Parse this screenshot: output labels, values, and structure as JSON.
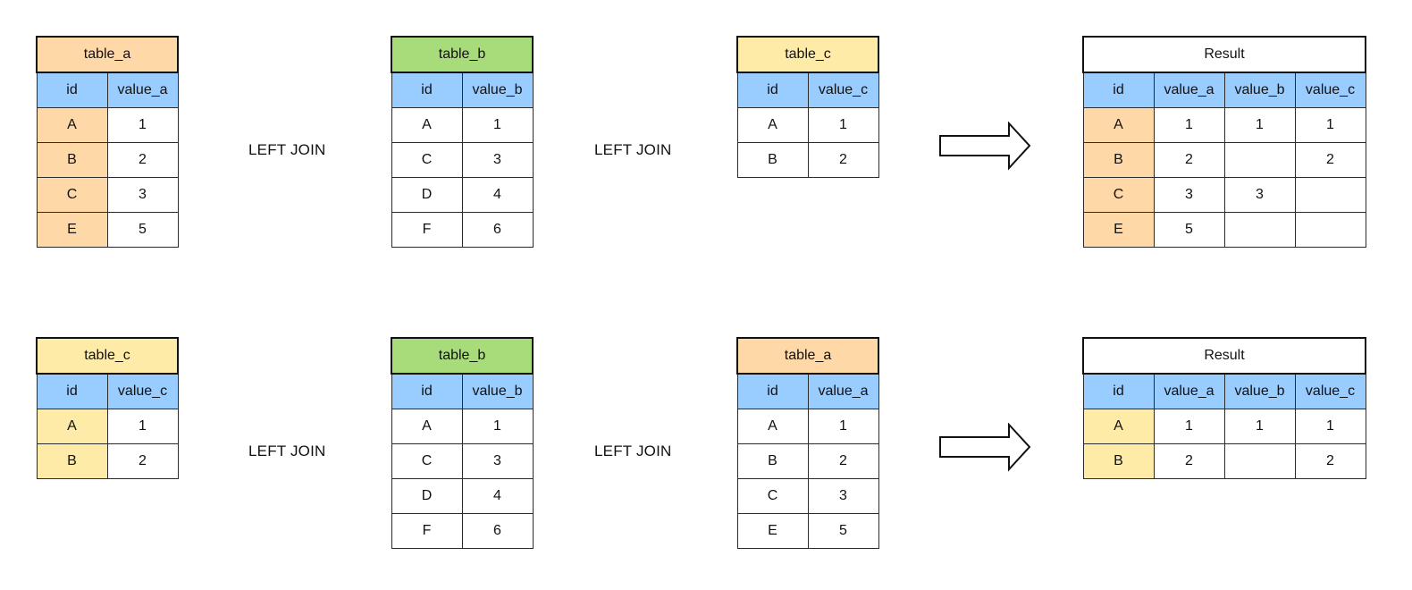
{
  "colors": {
    "header_blue": "#99ccff",
    "table_a": "#ffd8a8",
    "table_b": "#a8dc7a",
    "table_c": "#ffeba8",
    "result": "#ffffff"
  },
  "operator_label": "LEFT JOIN",
  "rows": [
    {
      "tables": [
        {
          "key": "a",
          "title": "table_a",
          "color_key": "table_a",
          "columns": [
            "id",
            "value_a"
          ],
          "rows": [
            [
              "A",
              "1"
            ],
            [
              "B",
              "2"
            ],
            [
              "C",
              "3"
            ],
            [
              "E",
              "5"
            ]
          ],
          "id_color_key": "table_a"
        },
        {
          "key": "b",
          "title": "table_b",
          "color_key": "table_b",
          "columns": [
            "id",
            "value_b"
          ],
          "rows": [
            [
              "A",
              "1"
            ],
            [
              "C",
              "3"
            ],
            [
              "D",
              "4"
            ],
            [
              "F",
              "6"
            ]
          ],
          "id_color_key": null
        },
        {
          "key": "c",
          "title": "table_c",
          "color_key": "table_c",
          "columns": [
            "id",
            "value_c"
          ],
          "rows": [
            [
              "A",
              "1"
            ],
            [
              "B",
              "2"
            ]
          ],
          "id_color_key": null
        }
      ],
      "result": {
        "title": "Result",
        "color_key": "result",
        "columns": [
          "id",
          "value_a",
          "value_b",
          "value_c"
        ],
        "rows": [
          [
            "A",
            "1",
            "1",
            "1"
          ],
          [
            "B",
            "2",
            "",
            "2"
          ],
          [
            "C",
            "3",
            "3",
            ""
          ],
          [
            "E",
            "5",
            "",
            ""
          ]
        ],
        "id_color_key": "table_a"
      }
    },
    {
      "tables": [
        {
          "key": "c",
          "title": "table_c",
          "color_key": "table_c",
          "columns": [
            "id",
            "value_c"
          ],
          "rows": [
            [
              "A",
              "1"
            ],
            [
              "B",
              "2"
            ]
          ],
          "id_color_key": "table_c"
        },
        {
          "key": "b",
          "title": "table_b",
          "color_key": "table_b",
          "columns": [
            "id",
            "value_b"
          ],
          "rows": [
            [
              "A",
              "1"
            ],
            [
              "C",
              "3"
            ],
            [
              "D",
              "4"
            ],
            [
              "F",
              "6"
            ]
          ],
          "id_color_key": null
        },
        {
          "key": "a",
          "title": "table_a",
          "color_key": "table_a",
          "columns": [
            "id",
            "value_a"
          ],
          "rows": [
            [
              "A",
              "1"
            ],
            [
              "B",
              "2"
            ],
            [
              "C",
              "3"
            ],
            [
              "E",
              "5"
            ]
          ],
          "id_color_key": null
        }
      ],
      "result": {
        "title": "Result",
        "color_key": "result",
        "columns": [
          "id",
          "value_a",
          "value_b",
          "value_c"
        ],
        "rows": [
          [
            "A",
            "1",
            "1",
            "1"
          ],
          [
            "B",
            "2",
            "",
            "2"
          ]
        ],
        "id_color_key": "table_c"
      }
    }
  ]
}
